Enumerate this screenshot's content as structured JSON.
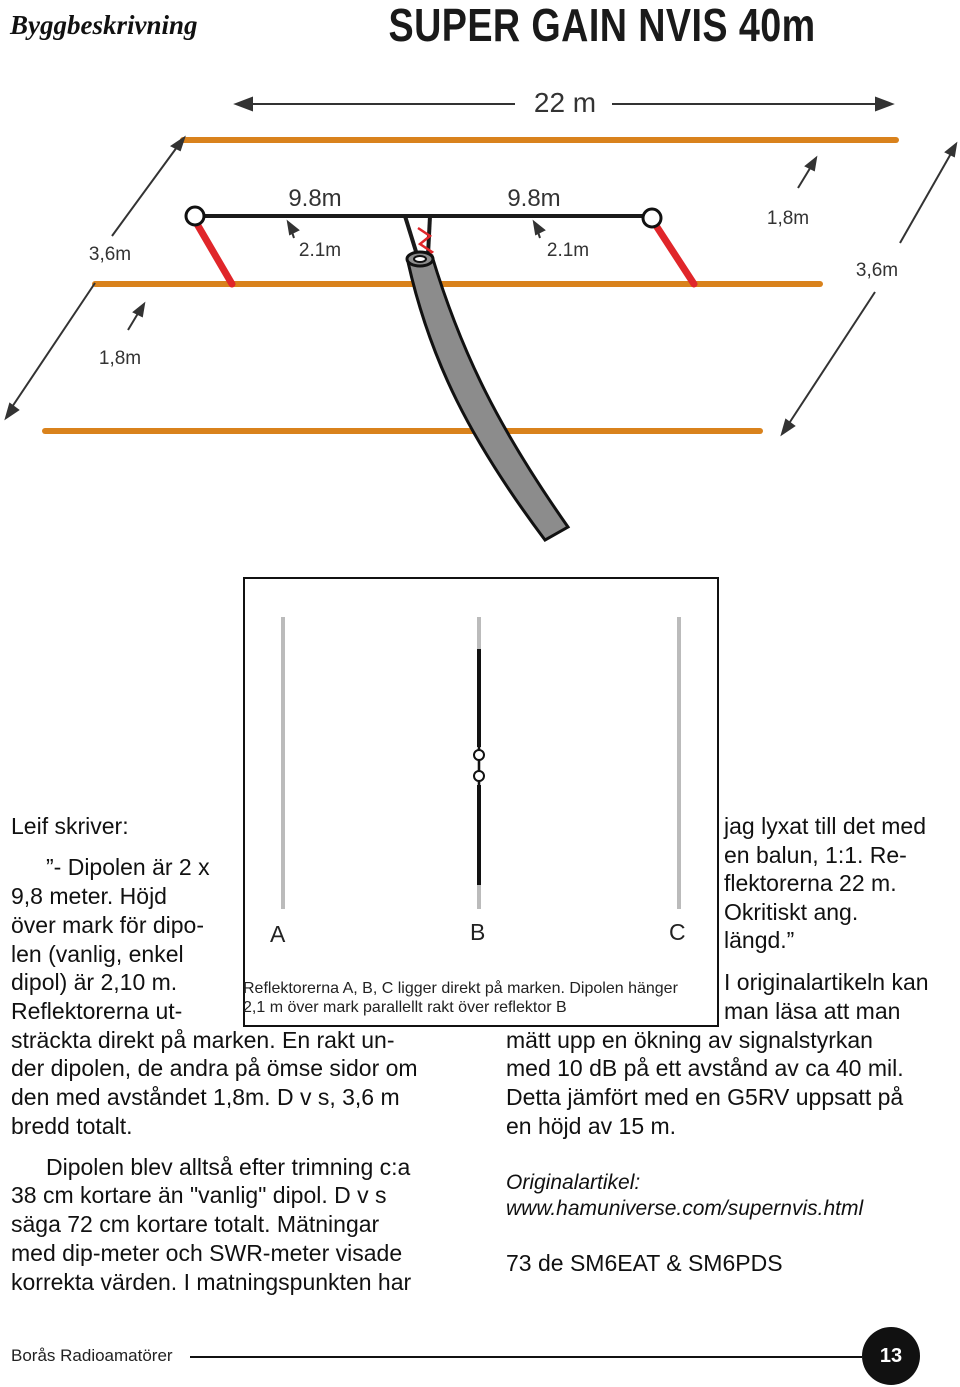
{
  "header": {
    "section": "Byggbeskrivning",
    "title": "SUPER GAIN NVIS 40m"
  },
  "antenna_diagram": {
    "overall_length": "22 m",
    "left_dipole_arm": "9.8m",
    "right_dipole_arm": "9.8m",
    "left_drop": "2.1m",
    "right_drop": "2.1m",
    "left_width": "3,6m",
    "left_spacing": "1,8m",
    "right_spacing": "1,8m",
    "right_width": "3,6m",
    "colors": {
      "wire": "#1a1a1a",
      "reflector": "#d9821c",
      "drop": "#e0262a",
      "feedline": "#8c8c8c"
    }
  },
  "reflector_diagram": {
    "labels": [
      "A",
      "B",
      "C"
    ],
    "caption_line1": "Reflektorerna A, B, C ligger direkt på marken. Dipolen hänger",
    "caption_line2": "2,1 m över mark parallellt rakt över reflektor B"
  },
  "left_column": {
    "p1": "Leif skriver:",
    "p2_l1": "”- Dipolen är 2 x",
    "p2_l2": "9,8 meter. Höjd",
    "p2_l3": "över mark för dipo-",
    "p2_l4": "len (vanlig, enkel",
    "p2_l5": "dipol) är 2,10 m.",
    "p2_l6": "Reflektorerna ut-",
    "p2_l7": "sträckta direkt på marken. En rakt un-",
    "p2_l8": "der dipolen, de andra på ömse sidor om",
    "p2_l9": "den med avståndet 1,8m. D v s, 3,6 m",
    "p2_l10": "bredd totalt.",
    "p3_l1": "Dipolen blev alltså efter trimning c:a",
    "p3_l2": "38 cm kortare än \"vanlig\" dipol. D v s",
    "p3_l3": "säga 72 cm kortare totalt. Mätningar",
    "p3_l4": "med dip-meter och SWR-meter visade",
    "p3_l5": "korrekta värden. I matningspunkten har"
  },
  "right_column": {
    "p1_l1": "jag lyxat till det med",
    "p1_l2": "en balun, 1:1. Re-",
    "p1_l3": "flektorerna 22 m.",
    "p1_l4": "Okritiskt ang.",
    "p1_l5": "längd.”",
    "p2_l1": "I originalartikeln kan",
    "p2_l2": "man läsa att man",
    "p2_l3": "mätt upp en ökning av signalstyrkan",
    "p2_l4": "med 10 dB på ett avstånd av ca 40 mil.",
    "p2_l5": "Detta jämfört med en G5RV uppsatt på",
    "p2_l6": "en höjd av 15 m.",
    "source_label": "Originalartikel:",
    "source_url": "www.hamuniverse.com/supernvis.html",
    "signoff": "73 de SM6EAT & SM6PDS"
  },
  "footer": {
    "publisher": "Borås Radioamatörer",
    "page_number": "13"
  }
}
